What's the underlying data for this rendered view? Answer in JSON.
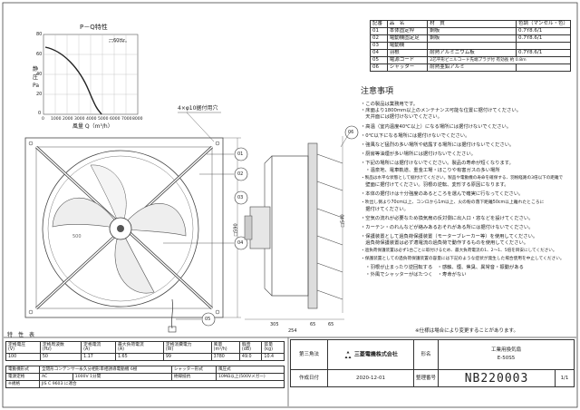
{
  "pq_chart": {
    "title": "P－Q特性",
    "curve_label": "一60Hz",
    "ylabel": "静圧 Pa",
    "xlabel": "風量 Q（m³/h）",
    "yticks": [
      "80",
      "60",
      "40",
      "20",
      "0"
    ],
    "xticks": [
      "0",
      "1000",
      "2000",
      "3000",
      "4000",
      "5000",
      "6000",
      "7000",
      "8000"
    ]
  },
  "parts_table": {
    "headers": [
      "記番",
      "品　名",
      "材　質",
      "色調（マンセル・色）"
    ],
    "rows": [
      [
        "01",
        "本体固定枠",
        "鋼板",
        "0.7Y8.6/1"
      ],
      [
        "02",
        "電動機固定足",
        "鋼板",
        "0.7Y8.6/1"
      ],
      [
        "03",
        "電動機",
        "",
        ""
      ],
      [
        "04",
        "羽根",
        "耐熱アルミニウム板",
        "0.7Y8.6/1"
      ],
      [
        "05",
        "電源コード",
        "2芯平形ビニルコード先端プラグ付 有効長 約 0.8m",
        ""
      ],
      [
        "06",
        "シャッター",
        "耐熱亜鉛アルミ",
        ""
      ]
    ]
  },
  "notes": {
    "title": "注意事項",
    "lines": [
      "・この製品は業務用です。",
      "・床面より1800mm以上のメンテナンス可能な位置に据付けてください。",
      "　天井面には据付けないでください。",
      "・高温（室内温度40℃以上）になる場所には据付けないでください。",
      "・0℃以下になる場所には据付けないでください。",
      "・強風など猛烈の多い場所や結露する場所には据付けないでください。",
      "・厨房等油煙が多い場所には据付けないでください。",
      "・下記の場所には据付けないでください。製品の寿命が短くなります。",
      "　・温泉地、電車軌道、重金工場・ほこりや有害ガスの多い場所",
      "・製品は水平な状態として据付けてください。製品や電動機の寿命を確保する、羽根経路の3倍以下の距離で",
      "　壁面に据付けてください。羽根の逆転、変形する原因になります。",
      "・本体の据付けは十分強度のあるところを選んで確実に行なってください。",
      "・吹出し側より70cm以上、コンロから1m以上、火の粉の落下距離50cm以上離れたところに",
      "　据付けてください。",
      "・空気の流れが必要なため換気扇の反対側に出入口・窓などを設けてください。",
      "・カーテン・のれんなどが絡みあるおそれがある所には据付けないでください。",
      "・保護装置として過負荷保護装置（モーターブレーカー等）を使用してください。",
      "　過負荷保護装置は必ず適電流の過負荷で動作するものを使用してください。",
      "・過負荷保護装置は必ず1台ごとに取付けるため、最大負荷電流の1、2～1、5倍を目安にしてください。",
      "・保護装置としての過負荷保護装置の容量には下記のような症状が発生した場合使用を中止してください。",
      "　・羽根が止まったり逆回転する　・感触、煙、焦臭、異常音・振動がある",
      "　・外風でシャッターがばたつく　・寿命がない"
    ],
    "footnote": "※仕様は場合により変更することがあります。"
  },
  "spec_table": {
    "title": "特　性　表",
    "headers": [
      "定格電圧\n(V)",
      "定格周波数\n(Hz)",
      "定格電流\n(A)",
      "最大負荷電流\n(A)",
      "定格消費電力\n(W)",
      "風量\n(m³/h)",
      "騒音\n(dB)",
      "質量\n(kg)"
    ],
    "values": [
      "100",
      "50",
      "1.17",
      "1.65",
      "99",
      "3780",
      "49.0",
      "10.4"
    ],
    "motor_label": "電動機形式",
    "motor_type": "全閉形コンデンサー永久分相形単相誘導電動機 6極",
    "shutter_label": "シャッター形式",
    "shutter_type": "風圧式",
    "insulation_label": "絶縁抵抗",
    "insulation": "1000V 1分間",
    "insulation_res_label": "絶縁抵抗",
    "insulation_res": "10MΩ以上(500Vメガー)",
    "standard_label": "※規格",
    "standard": "JIS C 9603 に適合",
    "class_label": "電源定格",
    "class": "AC"
  },
  "title_block": {
    "third_angle": "第三角法",
    "company": "三菱電機株式会社",
    "name_label": "形名",
    "product_name": "工業用換気扇",
    "model": "E-50S5",
    "date_label": "作成日付",
    "date": "2020-12-01",
    "doc_label": "整理番号",
    "doc_no": "NB220003",
    "sheet": "1/1"
  },
  "drawing": {
    "hole_note": "4×φ10据付用穴",
    "dim_500": "500",
    "dim_590": "□590",
    "dim_540": "□540",
    "dim_305": "305",
    "dim_65a": "65",
    "dim_65b": "65",
    "dim_254": "254",
    "callouts": [
      "01",
      "02",
      "03",
      "04",
      "05",
      "06"
    ]
  }
}
